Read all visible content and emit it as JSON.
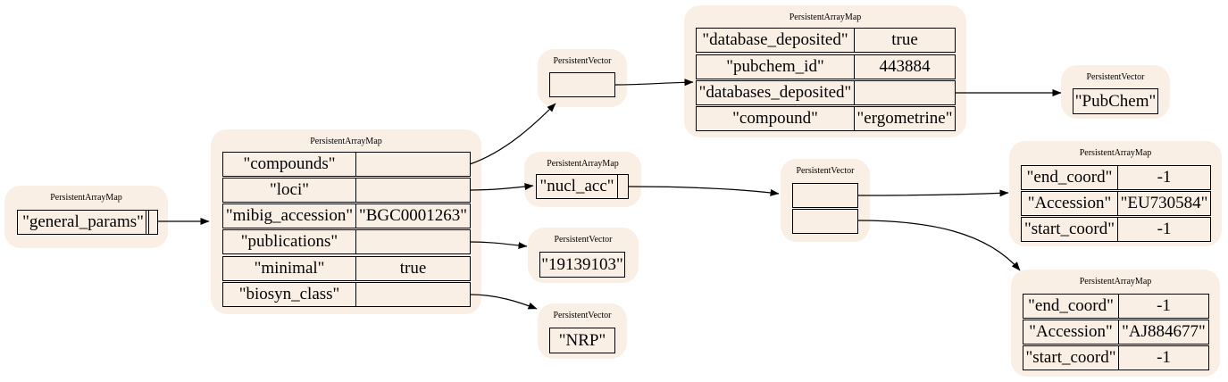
{
  "nodes": {
    "root": {
      "type": "PersistentArrayMap",
      "entries": [
        {
          "key": "\"general_params\"",
          "value": ""
        }
      ]
    },
    "params": {
      "type": "PersistentArrayMap",
      "entries": [
        {
          "key": "\"compounds\"",
          "value": ""
        },
        {
          "key": "\"loci\"",
          "value": ""
        },
        {
          "key": "\"mibig_accession\"",
          "value": "\"BGC0001263\""
        },
        {
          "key": "\"publications\"",
          "value": ""
        },
        {
          "key": "\"minimal\"",
          "value": "true"
        },
        {
          "key": "\"biosyn_class\"",
          "value": ""
        }
      ]
    },
    "compounds_vector": {
      "type": "PersistentVector",
      "items": [
        ""
      ]
    },
    "compound_map": {
      "type": "PersistentArrayMap",
      "entries": [
        {
          "key": "\"database_deposited\"",
          "value": "true"
        },
        {
          "key": "\"pubchem_id\"",
          "value": "443884"
        },
        {
          "key": "\"databases_deposited\"",
          "value": ""
        },
        {
          "key": "\"compound\"",
          "value": "\"ergometrine\""
        }
      ]
    },
    "databases_vector": {
      "type": "PersistentVector",
      "items": [
        "\"PubChem\""
      ]
    },
    "loci_map": {
      "type": "PersistentArrayMap",
      "entries": [
        {
          "key": "\"nucl_acc\"",
          "value": ""
        }
      ]
    },
    "nucl_vector": {
      "type": "PersistentVector",
      "items": [
        "",
        ""
      ]
    },
    "locus_1": {
      "type": "PersistentArrayMap",
      "entries": [
        {
          "key": "\"end_coord\"",
          "value": "-1"
        },
        {
          "key": "\"Accession\"",
          "value": "\"EU730584\""
        },
        {
          "key": "\"start_coord\"",
          "value": "-1"
        }
      ]
    },
    "locus_2": {
      "type": "PersistentArrayMap",
      "entries": [
        {
          "key": "\"end_coord\"",
          "value": "-1"
        },
        {
          "key": "\"Accession\"",
          "value": "\"AJ884677\""
        },
        {
          "key": "\"start_coord\"",
          "value": "-1"
        }
      ]
    },
    "publications_vector": {
      "type": "PersistentVector",
      "items": [
        "\"19139103\""
      ]
    },
    "biosyn_vector": {
      "type": "PersistentVector",
      "items": [
        "\"NRP\""
      ]
    }
  },
  "colors": {
    "node_fill": "#faefe5",
    "line": "#000000"
  }
}
